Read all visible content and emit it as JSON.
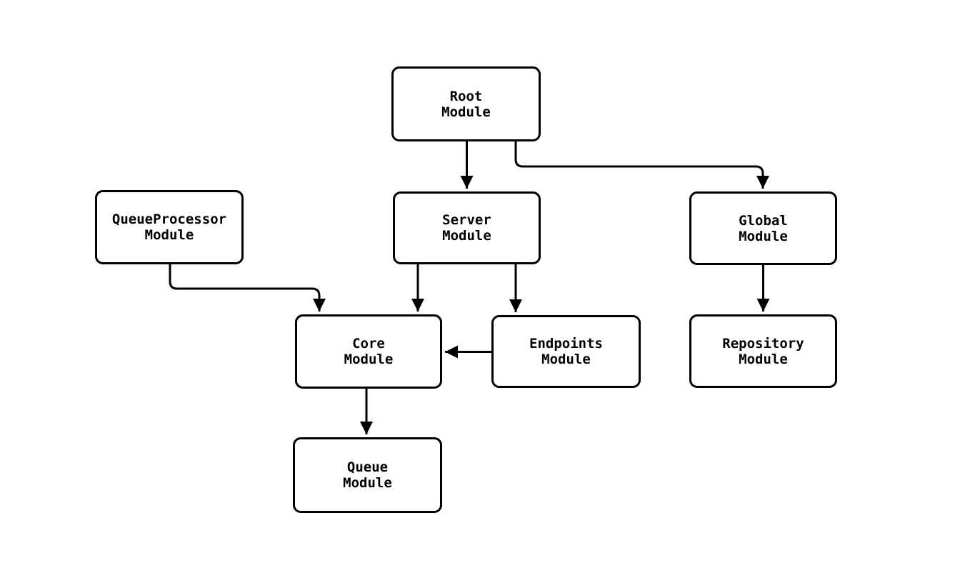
{
  "diagram": {
    "background_color": "#ffffff",
    "line_color": "#000000",
    "node_fill_color": "#ffffff",
    "text_color": "#000000",
    "nodes": {
      "root": {
        "label": "Root\nModule"
      },
      "queueprocessor": {
        "label": "QueueProcessor\nModule"
      },
      "server": {
        "label": "Server\nModule"
      },
      "global": {
        "label": "Global\nModule"
      },
      "core": {
        "label": "Core\nModule"
      },
      "endpoints": {
        "label": "Endpoints\nModule"
      },
      "repository": {
        "label": "Repository\nModule"
      },
      "queue": {
        "label": "Queue\nModule"
      }
    },
    "edges": [
      {
        "from": "Root Module",
        "to": "Server Module"
      },
      {
        "from": "Root Module",
        "to": "Global Module"
      },
      {
        "from": "QueueProcessor Module",
        "to": "Core Module"
      },
      {
        "from": "Server Module",
        "to": "Core Module"
      },
      {
        "from": "Server Module",
        "to": "Endpoints Module"
      },
      {
        "from": "Endpoints Module",
        "to": "Core Module"
      },
      {
        "from": "Global Module",
        "to": "Repository Module"
      },
      {
        "from": "Core Module",
        "to": "Queue Module"
      }
    ]
  }
}
